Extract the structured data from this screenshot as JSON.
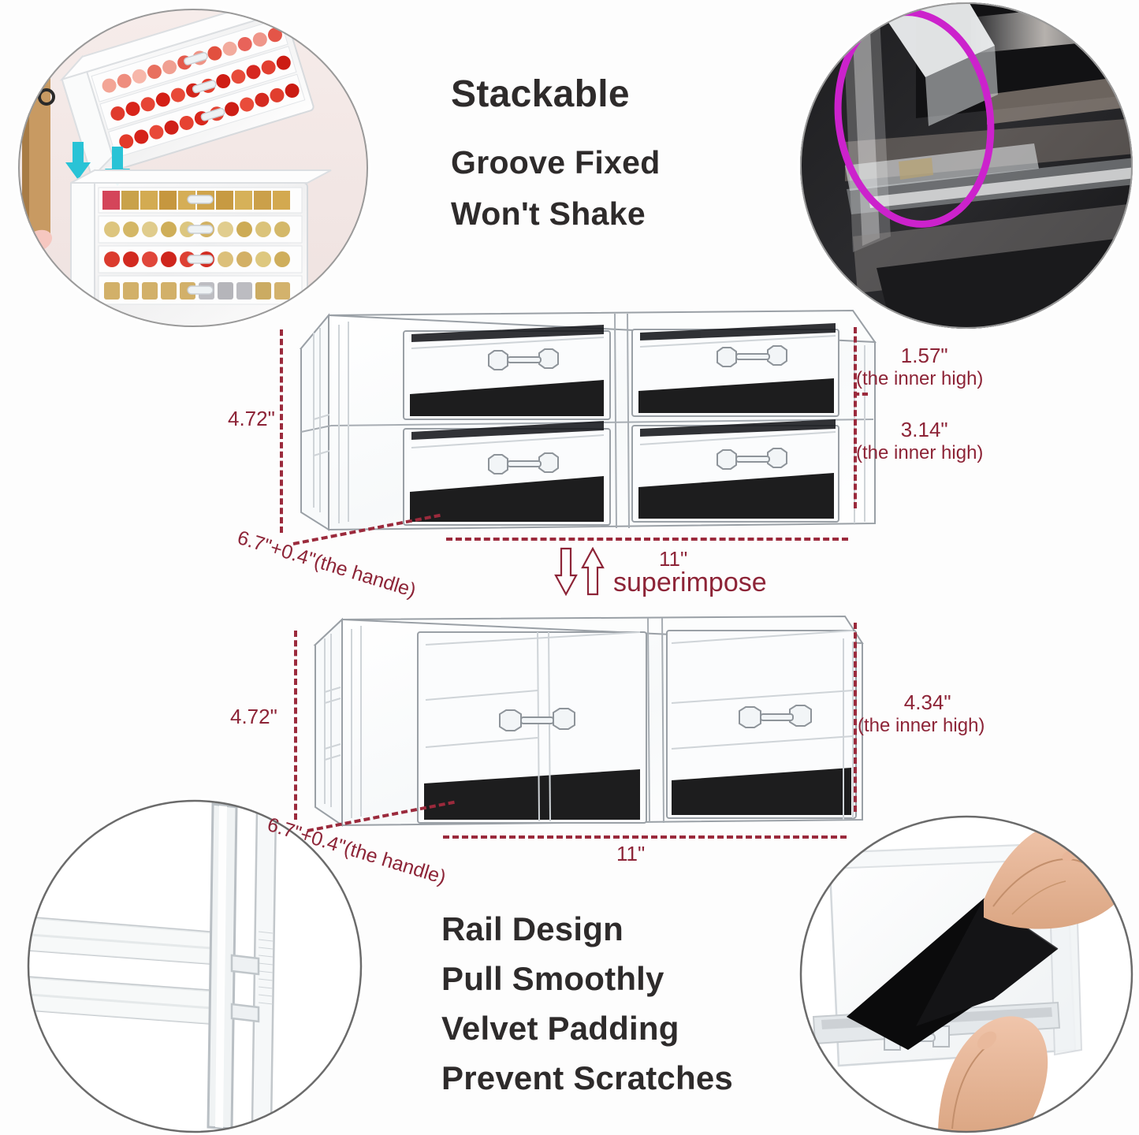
{
  "page": {
    "background_color": "#fdfdfd",
    "accent_color": "#8d2437",
    "headline_color": "#2e2b2b",
    "highlight_circle_color": "#cc22cc",
    "arrow_color": "#29c3d6"
  },
  "headlines": {
    "stackable": "Stackable",
    "groove_line1": "Groove Fixed",
    "groove_line2": "Won't Shake",
    "rail_line1": "Rail Design",
    "rail_line2": "Pull Smoothly",
    "rail_line3": "Velvet Padding",
    "rail_line4": "Prevent Scratches"
  },
  "top_unit": {
    "name": "four-drawer-organizer",
    "height_label": "4.72\"",
    "inner_high_1_value": "1.57\"",
    "inner_high_1_note": "(the inner high)",
    "inner_high_2_value": "3.14\"",
    "inner_high_2_note": "(the inner high)",
    "depth_label": "6.7\"+0.4\"(the handle)",
    "width_label": "11\"",
    "drawer_count": 4
  },
  "bottom_unit": {
    "name": "two-drawer-organizer",
    "height_label": "4.72\"",
    "inner_high_value": "4.34\"",
    "inner_high_note": "(the inner high)",
    "depth_label": "6.7\"+0.4\"(the handle)",
    "width_label": "11\"",
    "drawer_count": 2
  },
  "superimpose": {
    "label": "superimpose",
    "width_label": "11\""
  },
  "photos": {
    "top_left": {
      "name": "stacked-lipstick-organizer-photo",
      "caption_icons": [
        "down-arrow-icon",
        "down-arrow-icon"
      ]
    },
    "top_right": {
      "name": "groove-detail-photo",
      "highlight": "ellipse-highlight"
    },
    "bottom_left": {
      "name": "rail-track-detail-photo"
    },
    "bottom_right": {
      "name": "velvet-pad-removal-photo"
    }
  }
}
